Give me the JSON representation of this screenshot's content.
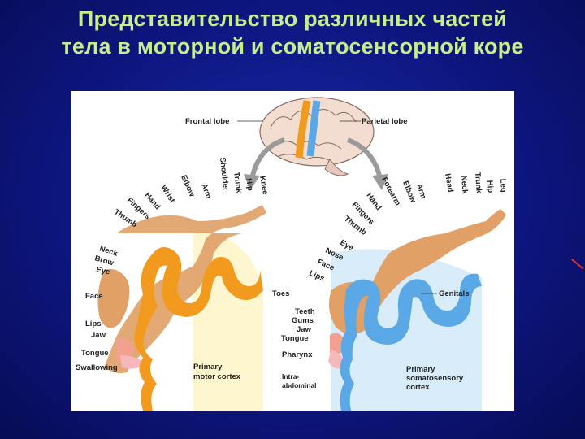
{
  "title": {
    "line1": "Представительство различных частей",
    "line2": "тела в моторной и соматосенсорной коре"
  },
  "colors": {
    "background": "#0d1680",
    "title": "#c8ee8a",
    "motor_cortex": "#f29a1e",
    "sensory_cortex": "#5aa9e6",
    "motor_bg": "#fdf6cf",
    "sensory_bg": "#d9ecfa",
    "homunculus": "#e0a066"
  },
  "brain": {
    "frontal_lobe": "Frontal lobe",
    "parietal_lobe": "Parietal lobe"
  },
  "motor": {
    "top_labels": [
      "Knee",
      "Hip",
      "Trunk",
      "Shoulder",
      "Arm",
      "Elbow",
      "Wrist",
      "Hand",
      "Fingers",
      "Thumb"
    ],
    "side_labels": [
      "Neck",
      "Brow",
      "Eye",
      "Face",
      "Lips",
      "Jaw",
      "Tongue",
      "Swallowing"
    ],
    "toes": "Toes",
    "cortex_label_1": "Primary",
    "cortex_label_2": "motor cortex"
  },
  "sensory": {
    "top_labels": [
      "Leg",
      "Hip",
      "Trunk",
      "Neck",
      "Head",
      "Arm",
      "Elbow",
      "Forearm",
      "Hand",
      "Fingers",
      "Thumb",
      "Eye",
      "Nose",
      "Face",
      "Lips"
    ],
    "inner_labels": [
      "Teeth",
      "Gums",
      "Jaw",
      "Tongue",
      "Pharynx",
      "Intra-",
      "abdominal"
    ],
    "genitals": "Genitals",
    "cortex_label_1": "Primary",
    "cortex_label_2": "somatosensory",
    "cortex_label_3": "cortex"
  }
}
